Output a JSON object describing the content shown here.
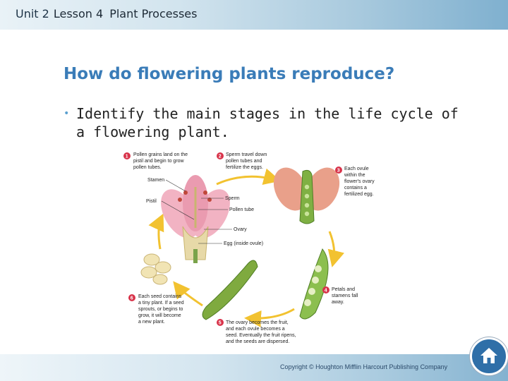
{
  "header": {
    "unit": "Unit 2",
    "lesson": "Lesson 4",
    "topic": "Plant Processes"
  },
  "slide": {
    "title": "How do flowering plants reproduce?",
    "bullet": "Identify the main stages in the life cycle of a flowering plant."
  },
  "figure": {
    "steps": [
      {
        "number": "1",
        "lines": [
          "Pollen grains land on the",
          "pistil and begin to grow",
          "pollen tubes."
        ]
      },
      {
        "number": "2",
        "lines": [
          "Sperm travel down",
          "pollen tubes and",
          "fertilize the eggs."
        ]
      },
      {
        "number": "3",
        "lines": [
          "Each ovule",
          "within the",
          "flower's ovary",
          "contains a",
          "fertilized egg."
        ]
      },
      {
        "number": "4",
        "lines": [
          "Petals and",
          "stamens fall",
          "away."
        ]
      },
      {
        "number": "5",
        "lines": [
          "The ovary becomes the fruit,",
          "and each ovule becomes a",
          "seed. Eventually the fruit ripens,",
          "and the seeds are dispersed."
        ]
      },
      {
        "number": "6",
        "lines": [
          "Each seed contains",
          "a tiny plant. If a seed",
          "sprouts, or begins to",
          "grow, it will become",
          "a new plant."
        ]
      }
    ],
    "labels": {
      "stamen": "Stamen",
      "pistil": "Pistil",
      "sperm": "Sperm",
      "pollen_tube": "Pollen tube",
      "ovary": "Ovary",
      "egg": "Egg (inside ovule)"
    }
  },
  "footer": {
    "copyright": "Copyright © Houghton Mifflin Harcourt Publishing Company",
    "home_icon": "home-icon"
  },
  "colors": {
    "title": "#3a7cb8",
    "bullet_marker": "#5aa0cf",
    "step_circle": "#d8334a",
    "home_button": "#2f6fa8"
  }
}
